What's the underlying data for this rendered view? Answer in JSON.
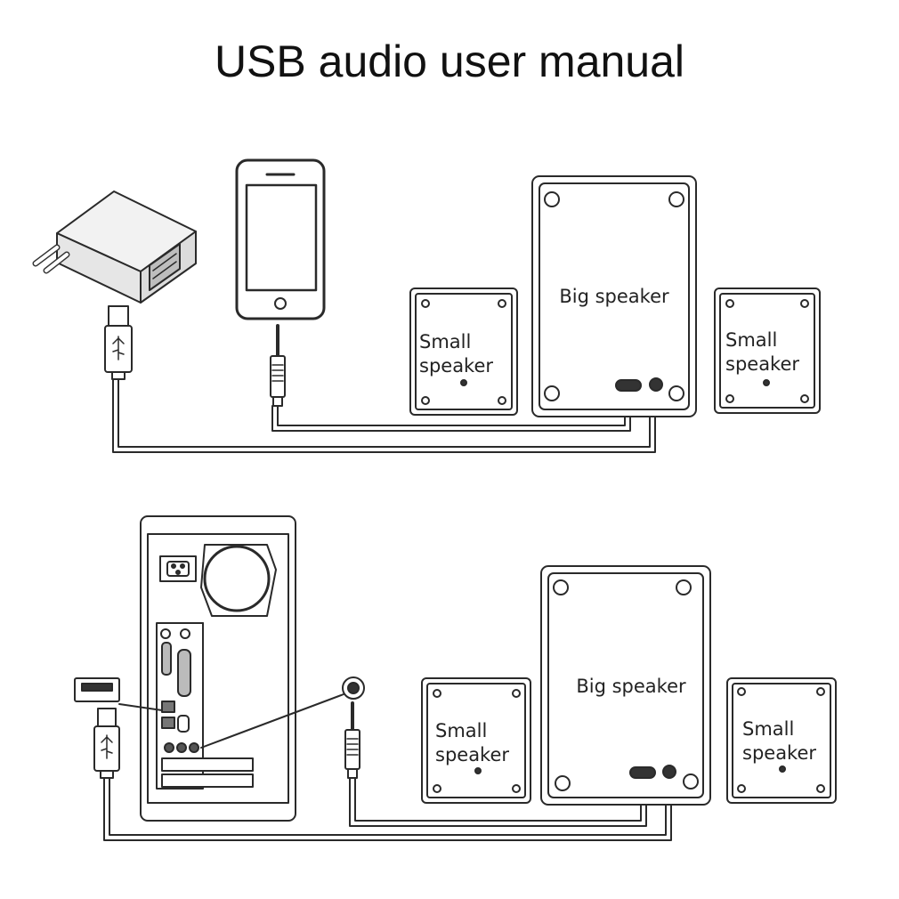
{
  "title": "USB audio user manual",
  "top_scene": {
    "big_speaker": "Big speaker",
    "left_speaker": [
      "Small",
      "speaker"
    ],
    "right_speaker": [
      "Small",
      "speaker"
    ]
  },
  "bottom_scene": {
    "big_speaker": "Big speaker",
    "left_speaker": [
      "Small",
      "speaker"
    ],
    "right_speaker": [
      "Small",
      "speaker"
    ]
  }
}
